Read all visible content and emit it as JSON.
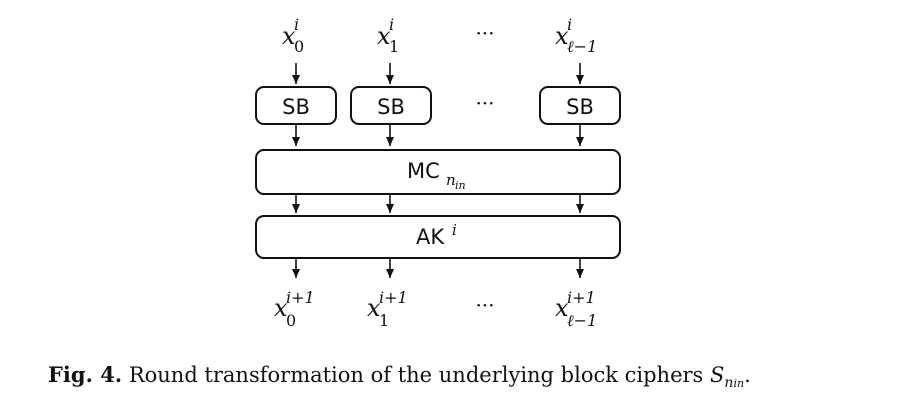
{
  "inputs": [
    {
      "base": "x",
      "sup": "i",
      "sub": "0"
    },
    {
      "base": "x",
      "sup": "i",
      "sub": "1"
    },
    {
      "base": "x",
      "sup": "i",
      "sub": "ℓ−1"
    }
  ],
  "outputs": [
    {
      "base": "x",
      "sup": "i+1",
      "sub": "0"
    },
    {
      "base": "x",
      "sup": "i+1",
      "sub": "1"
    },
    {
      "base": "x",
      "sup": "i+1",
      "sub": "ℓ−1"
    }
  ],
  "ellipsis": "···",
  "sbox_label": "SB",
  "mix_columns": {
    "base": "MC",
    "sub": "n",
    "subsub": "in"
  },
  "add_key": {
    "base": "AK",
    "sup": "i"
  },
  "caption": {
    "label": "Fig. 4.",
    "text": "Round transformation of the underlying block ciphers",
    "symbol": "S",
    "symbol_sub": "n",
    "symbol_subsub": "in",
    "end": "."
  }
}
